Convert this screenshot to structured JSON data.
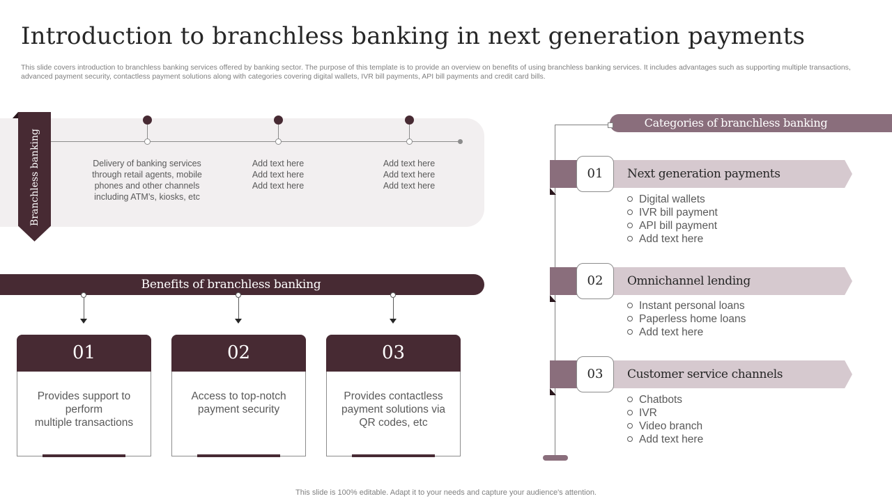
{
  "title": "Introduction to branchless banking in next generation payments",
  "subtitle": "This slide covers introduction to branchless banking services offered by banking sector. The purpose of this template is to provide an overview on benefits of using branchless banking services. It includes advantages such as supporting multiple transactions, advanced payment security, contactless payment solutions along with categories covering digital wallets, IVR bill payments, API  bill payments and credit card bills.",
  "timeline": {
    "label": "Branchless banking",
    "items": [
      "Delivery  of banking services\nthrough retail agents, mobile\nphones and other channels\nincluding ATM’s, kiosks, etc",
      "Add text here\nAdd text here\nAdd text here",
      "Add text here\nAdd text here\nAdd text here"
    ]
  },
  "benefits": {
    "title": "Benefits of branchless banking",
    "cards": [
      {
        "number": "01",
        "text": "Provides support to\nperform\nmultiple transactions"
      },
      {
        "number": "02",
        "text": "Access to top-notch\npayment security"
      },
      {
        "number": "03",
        "text": "Provides contactless\npayment solutions via\nQR codes, etc"
      }
    ]
  },
  "categories": {
    "title": "Categories of branchless banking",
    "items": [
      {
        "number": "01",
        "title": "Next generation payments",
        "points": [
          "Digital wallets",
          "IVR bill payment",
          "API bill payment",
          "Add text here"
        ]
      },
      {
        "number": "02",
        "title": "Omnichannel lending",
        "points": [
          "Instant  personal loans",
          "Paperless home loans",
          "Add text here"
        ]
      },
      {
        "number": "03",
        "title": "Customer service channels",
        "points": [
          "Chatbots",
          "IVR",
          "Video branch",
          "Add text here"
        ]
      }
    ]
  },
  "footer": "This slide is 100% editable. Adapt it to your needs and capture your audience's attention.",
  "colors": {
    "primary": "#472a33",
    "accent": "#8a6e7c",
    "light_band": "#d6c9cf",
    "panel": "#f2eff0"
  }
}
